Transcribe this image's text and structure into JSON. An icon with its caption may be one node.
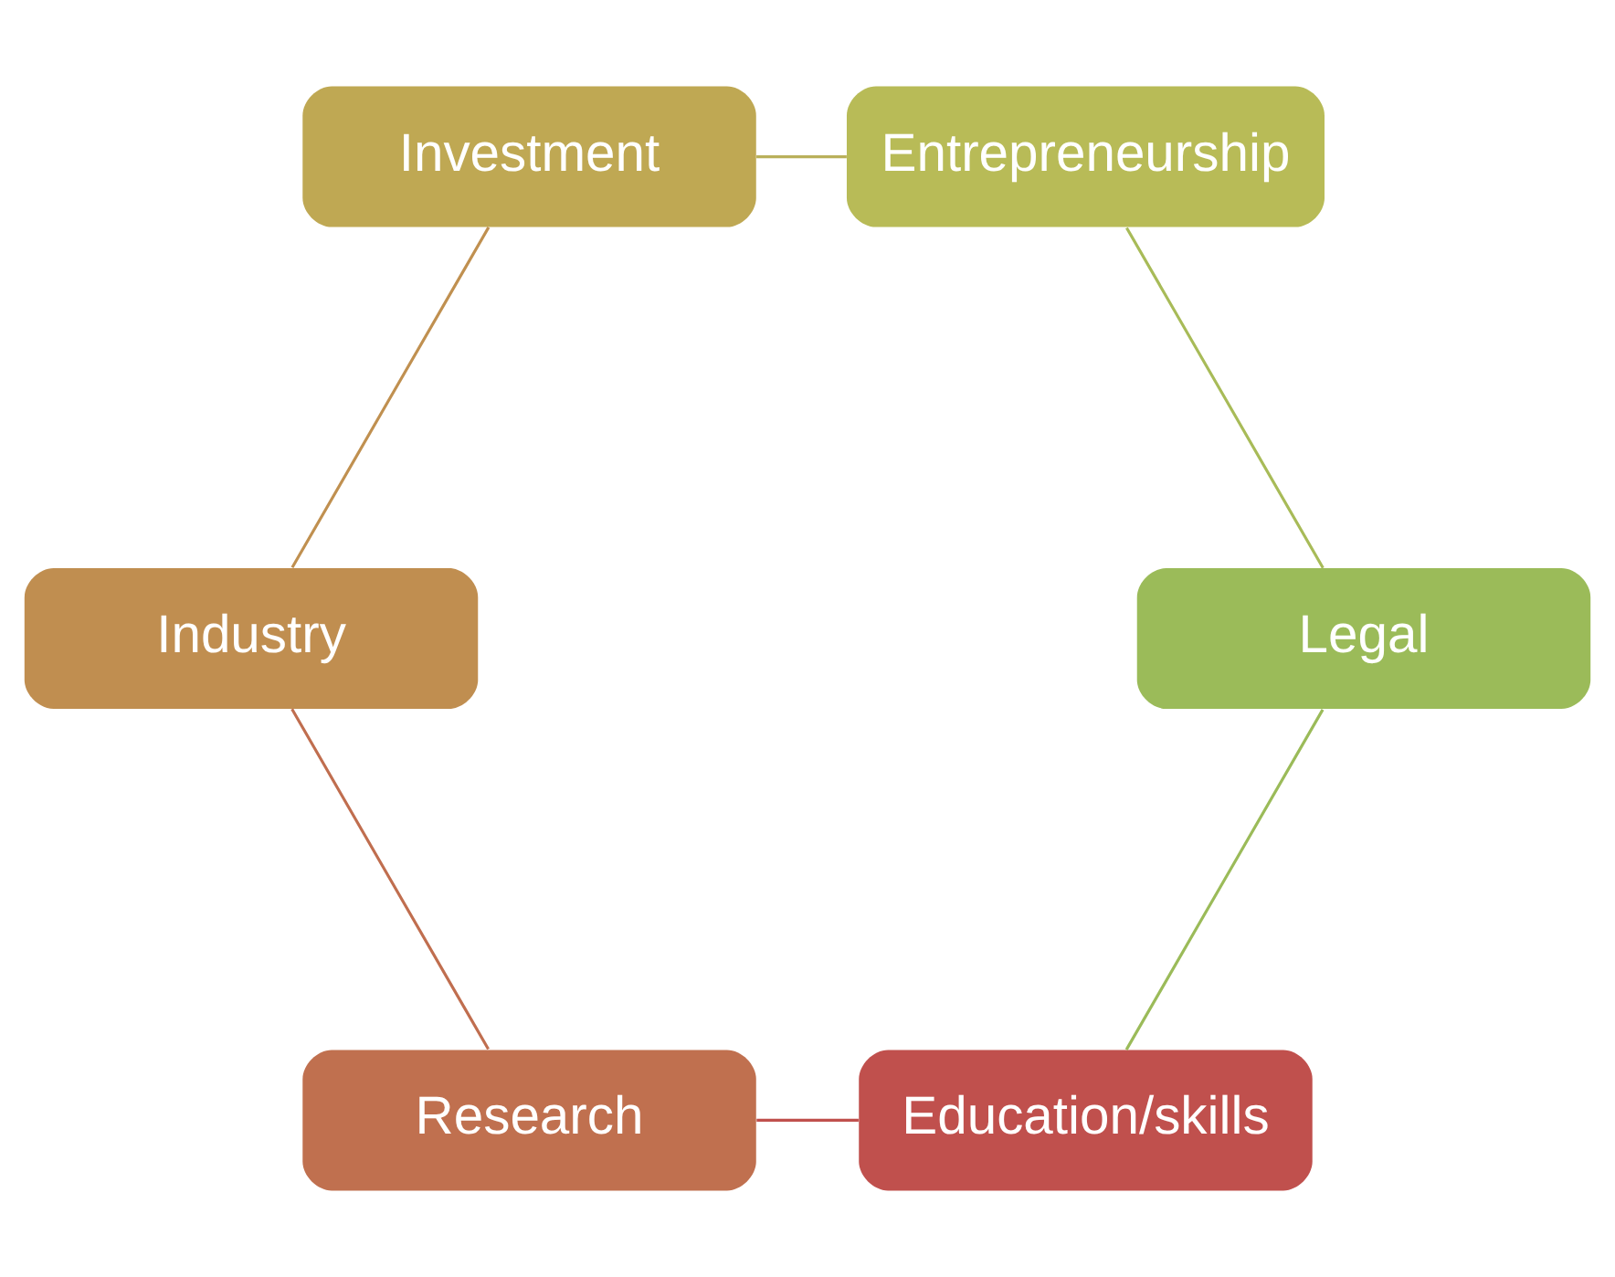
{
  "diagram": {
    "nodes": [
      {
        "text": [
          "Education/skills"
        ]
      },
      {
        "text": [
          "Legal"
        ]
      },
      {
        "text": [
          "Research"
        ]
      },
      {
        "text": [
          "Entrepreneurship"
        ]
      },
      {
        "text": [
          "Industry"
        ]
      },
      {
        "text": [
          "Investment"
        ]
      }
    ],
    "edges": [
      {
        "from": 0,
        "to": 2,
        "arrow": "none",
        "color": "#c0504d"
      },
      {
        "from": 2,
        "to": 4,
        "arrow": "none",
        "color": "#c06e4f"
      },
      {
        "from": 4,
        "to": 5,
        "arrow": "none",
        "color": "#c09050"
      },
      {
        "from": 5,
        "to": 3,
        "arrow": "none",
        "color": "#b9b05a"
      },
      {
        "from": 3,
        "to": 1,
        "arrow": "none",
        "color": "#a8bb58"
      },
      {
        "from": 1,
        "to": 0,
        "arrow": "none",
        "color": "#9bbb59"
      }
    ]
  }
}
